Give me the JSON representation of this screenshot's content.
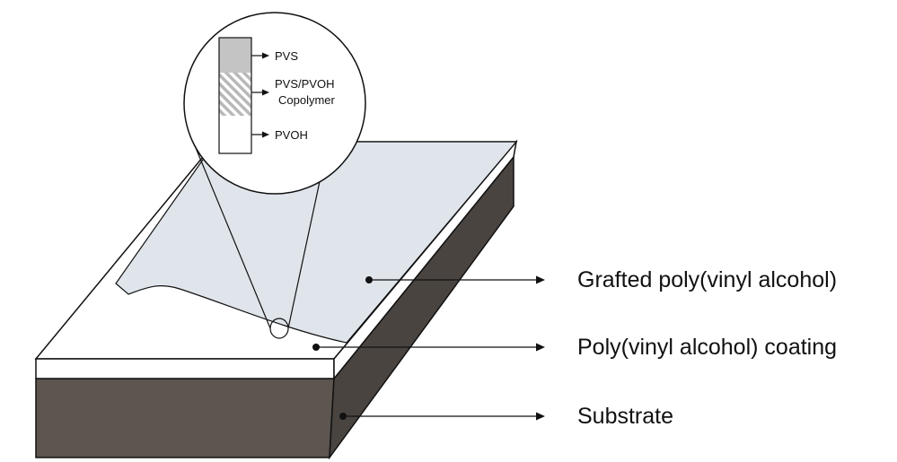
{
  "labels": {
    "grafted": "Grafted poly(vinyl alcohol)",
    "coating": "Poly(vinyl alcohol) coating",
    "substrate": "Substrate"
  },
  "inset": {
    "pvs": "PVS",
    "copolymer_line1": "PVS/PVOH",
    "copolymer_line2": "Copolymer",
    "pvoh": "PVOH"
  },
  "colors": {
    "grafted_layer": "#dfe5eb",
    "coating_layer": "#ffffff",
    "substrate_front": "#5c5550",
    "substrate_side": "#4a4440",
    "pvs_band": "#c4c4c4",
    "copolymer_hatch": "#b8b8b8",
    "outline": "#111111"
  }
}
